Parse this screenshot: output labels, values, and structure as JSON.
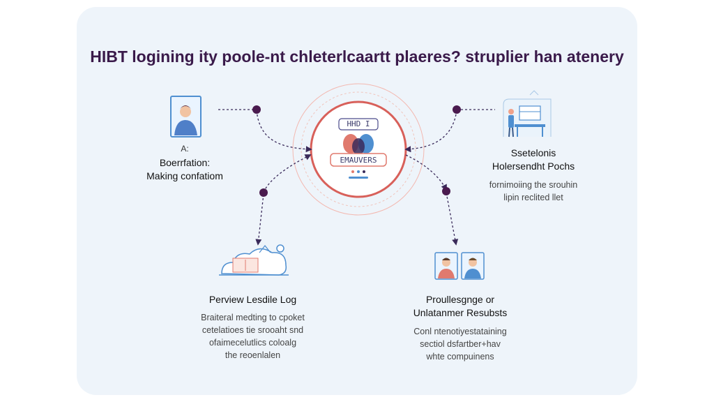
{
  "title": "HIBT logining ity poole-nt chleterlcaartt plaeres? struplier han atenery",
  "colors": {
    "card_bg": "#eef4fa",
    "accent_purple": "#4a1a4e",
    "accent_coral": "#e07a6e",
    "accent_blue": "#4f8fd0"
  },
  "hub": {
    "tag_top": "HHD I",
    "tag_bottom": "ЕMAUVERS"
  },
  "nodes": {
    "top_left": {
      "icon": "person-portrait-icon",
      "label": "A:",
      "heading": [
        "Boerrfation:",
        "Making confatiom"
      ]
    },
    "top_right": {
      "icon": "office-desk-illustration-icon",
      "heading": [
        "Ssetelonis",
        "Holersendht Pochs"
      ],
      "desc": [
        "fornimoiing the srouhin",
        "lipin reclited llet"
      ]
    },
    "bottom_left": {
      "icon": "cloud-network-illustration-icon",
      "heading": [
        "Perview Lesdile Log"
      ],
      "desc": [
        "Braiteral medting to cpoket",
        "cetelatioes tie srooaht snd",
        "ofaimecelutlics coloalg",
        "the reoenlalen"
      ]
    },
    "bottom_right": {
      "icon": "two-persons-icon",
      "heading": [
        "Proullesgnge or",
        "Unlatanmer Resubsts"
      ],
      "desc": [
        "Conl ntenotiyestataining",
        "sectiol dsfartber+hav",
        "whte compuinens"
      ]
    }
  }
}
